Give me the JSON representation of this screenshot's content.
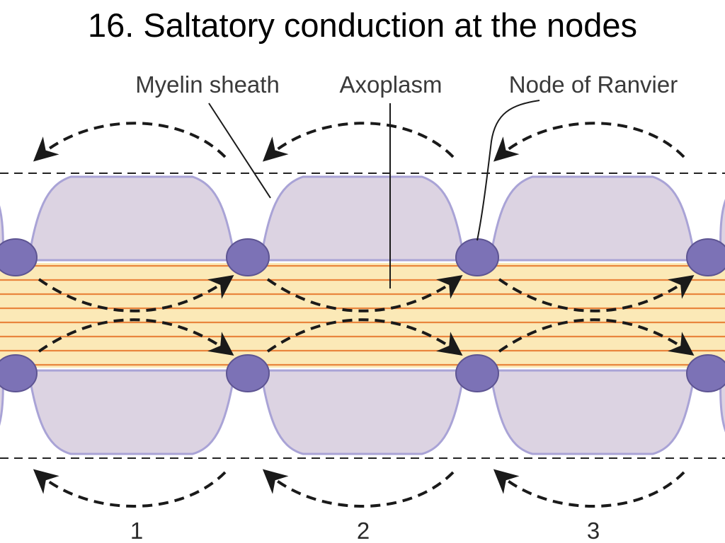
{
  "slide": {
    "title": "16. Saltatory conduction at the nodes"
  },
  "diagram": {
    "labels": {
      "myelin_sheath": "Myelin sheath",
      "axoplasm": "Axoplasm",
      "node_of_ranvier": "Node of Ranvier"
    },
    "segment_numbers": [
      "1",
      "2",
      "3"
    ],
    "colors": {
      "myelin_fill": "#dcd3e2",
      "myelin_stroke": "#a9a3d6",
      "node_fill": "#7c72b6",
      "node_stroke": "#5d5492",
      "axoplasm_fill": "#fbe9b7",
      "axon_stripe": "#e9853d",
      "arrow": "#1a1a1a"
    }
  }
}
